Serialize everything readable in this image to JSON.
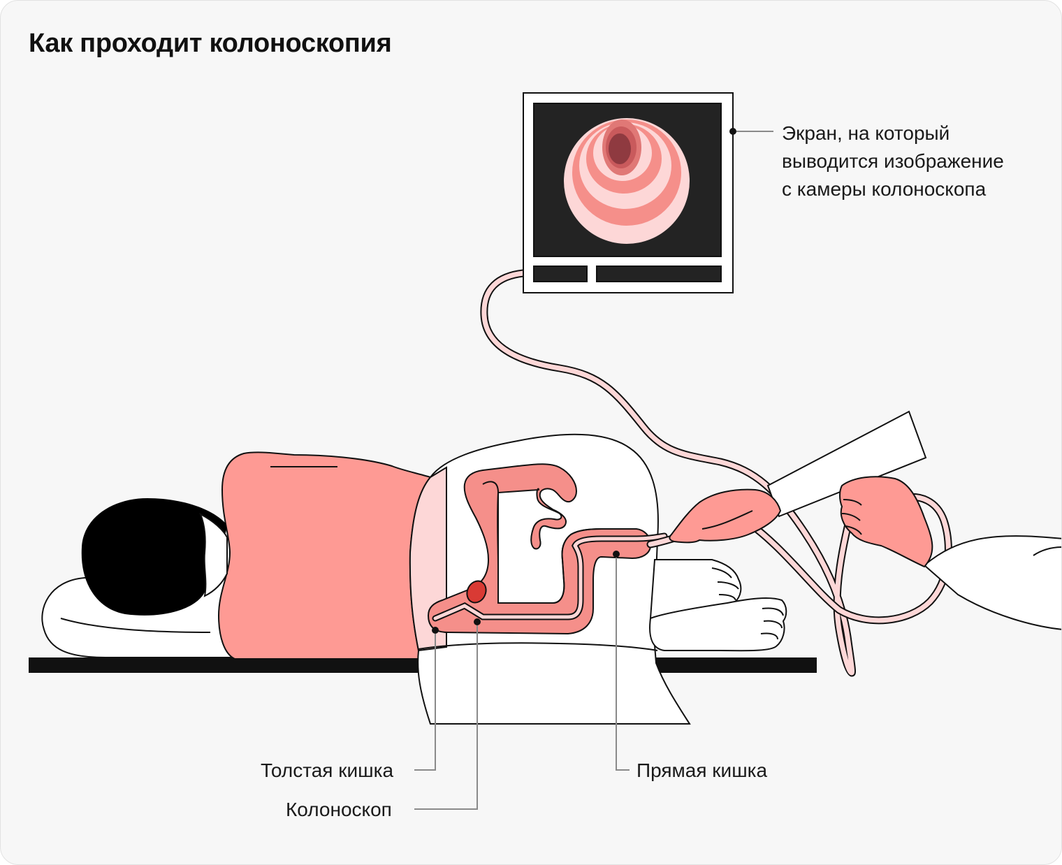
{
  "title": "Как проходит колоноскопия",
  "labels": {
    "screen_line1": "Экран, на который",
    "screen_line2": "выводится изображение",
    "screen_line3": "с камеры колоноскопа",
    "colon": "Толстая кишка",
    "colonoscope": "Колоноскоп",
    "rectum": "Прямая кишка"
  },
  "colors": {
    "background": "#f7f7f7",
    "outline": "#111111",
    "body_pink": "#fe9a94",
    "light_pink": "#fdd7d7",
    "screen_dark": "#232323",
    "intestine_red": "#f58f8a",
    "polyp_red": "#d93a34"
  }
}
